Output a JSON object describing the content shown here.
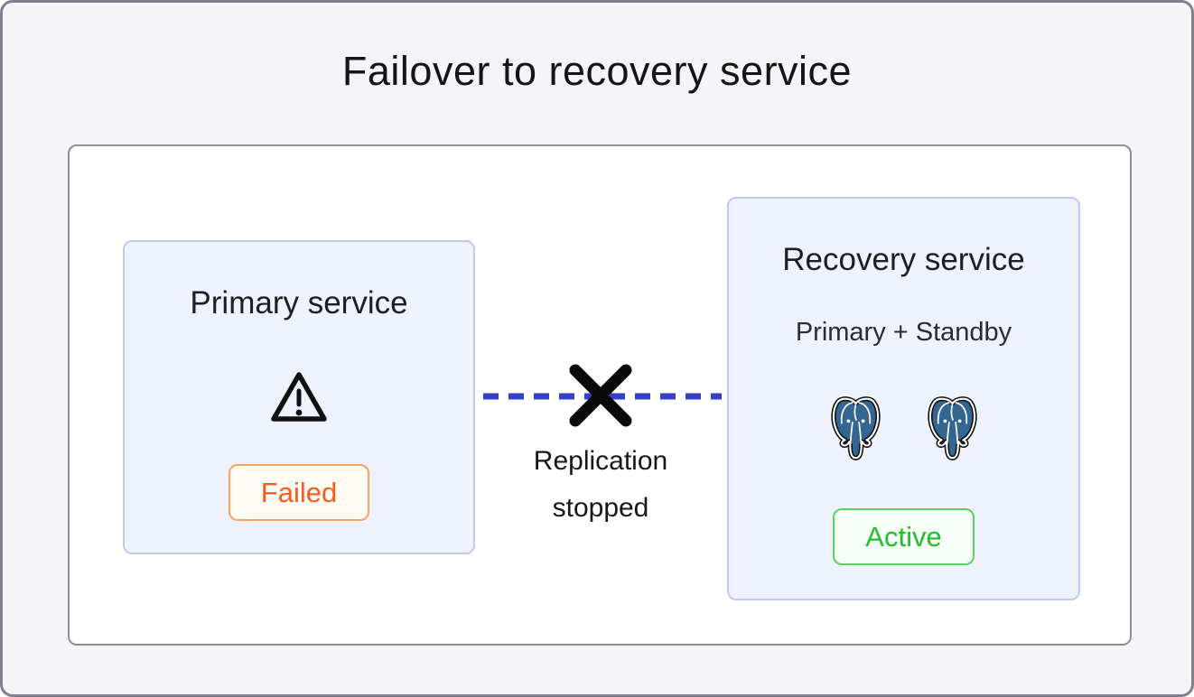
{
  "title": "Failover to recovery service",
  "primary_service": {
    "title": "Primary service",
    "icon": "warning-triangle-icon",
    "status": "Failed"
  },
  "replication": {
    "icon": "broken-link-x-icon",
    "line_style": "dashed",
    "label_line1": "Replication",
    "label_line2": "stopped"
  },
  "recovery_service": {
    "title": "Recovery service",
    "subtitle": "Primary + Standby",
    "icons": [
      "postgresql-elephant-icon",
      "postgresql-elephant-icon"
    ],
    "status": "Active"
  },
  "colors": {
    "page_background": "#f5f5f7",
    "panel_background": "#ffffff",
    "panel_border": "#8d8d98",
    "service_box_background": "#eef2fc",
    "service_box_border": "#bfcaee",
    "failed_text": "#f25c1f",
    "failed_border": "#f7a462",
    "failed_background": "#fefaf4",
    "active_text": "#22bf2b",
    "active_border": "#5ed05f",
    "active_background": "#f7fdf7",
    "replication_line": "#3640c6",
    "x_mark": "#0a0a0a",
    "postgres_blue": "#336791"
  }
}
